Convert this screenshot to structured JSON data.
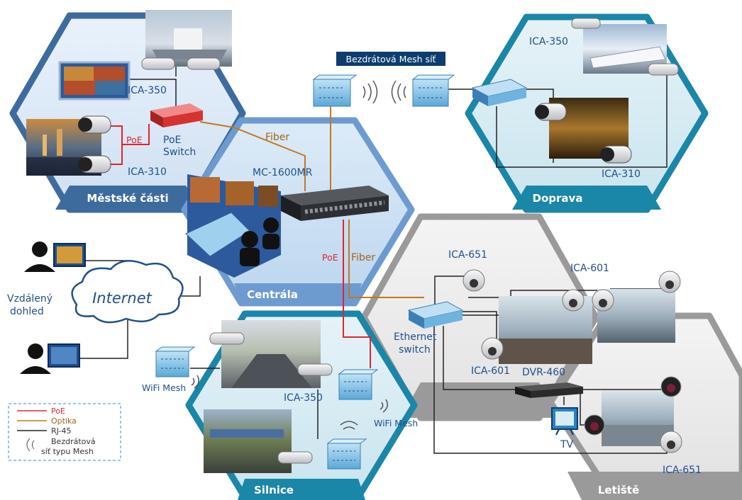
{
  "colors": {
    "poe": "#e0252b",
    "fiber": "#c07a1f",
    "rj45": "#222222",
    "hex_blue": "#3e6b9e",
    "hex_teal": "#1a86a8",
    "hex_grey": "#9a9a9a",
    "accent": "#0d3d6e"
  },
  "zones": {
    "mestske": "Městské části",
    "doprava": "Doprava",
    "centrala": "Centrála",
    "silnice": "Silnice",
    "letiste": "Letiště"
  },
  "labels": {
    "mesh_network": "Bezdrátová Mesh síť",
    "fiber_top": "Fiber",
    "fiber_mid": "Fiber",
    "poe_small": "PoE",
    "poe_mid": "PoE",
    "poe_switch_line1": "PoE",
    "poe_switch_line2": "Switch",
    "ica350_mestske": "ICA-350",
    "ica310_mestske": "ICA-310",
    "ica350_doprava": "ICA-350",
    "ica310_doprava": "ICA-310",
    "mc1600mr": "MC-1600MR",
    "remote_line1": "Vzdálený",
    "remote_line2": "dohled",
    "internet": "Internet",
    "wifi_mesh_left": "WiFi Mesh",
    "wifi_mesh_right": "WiFi Mesh",
    "ica350_silnice": "ICA-350",
    "ethernet_line1": "Ethernet",
    "ethernet_line2": "switch",
    "ica651_top": "ICA-651",
    "ica601_top": "ICA-601",
    "ica601_bottom": "ICA-601",
    "dvr460": "DVR-460",
    "tv": "TV",
    "ica651_bottom": "ICA-651"
  },
  "legend": {
    "poe": "PoE",
    "optika": "Optika",
    "rj45": "RJ-45",
    "mesh_line1": "Bezdrátová",
    "mesh_line2": "síť typu Mesh"
  }
}
